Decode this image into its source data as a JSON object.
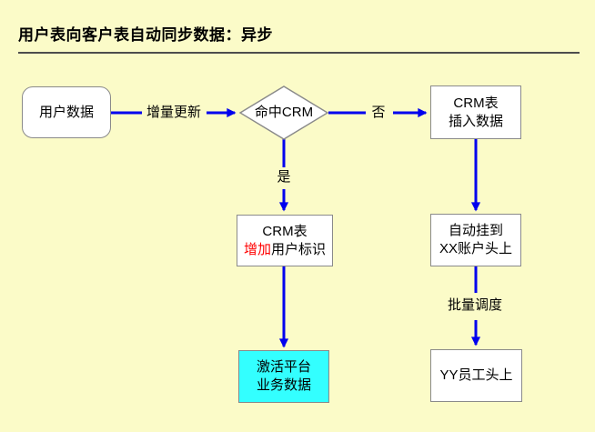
{
  "title": "用户表向客户表自动同步数据：异步",
  "colors": {
    "background": "#FBFBC8",
    "arrow": "#0000EE",
    "node_border": "#8A8A8A",
    "highlight_fill": "#33FFFF",
    "accent_text": "#FF0000",
    "divider": "#4D4D4D",
    "text": "#000000"
  },
  "nodes": {
    "user_data": {
      "label": "用户数据"
    },
    "hit_crm": {
      "label": "命中CRM"
    },
    "crm_insert": {
      "line1": "CRM表",
      "line2": "插入数据"
    },
    "crm_add": {
      "line1": "CRM表",
      "line2_red": "增加",
      "line2_rest": "用户标识"
    },
    "activate": {
      "line1": "激活平台",
      "line2": "业务数据"
    },
    "auto_attach": {
      "line1": "自动挂到",
      "line2": "XX账户头上"
    },
    "yy_staff": {
      "label": "YY员工头上"
    }
  },
  "edge_labels": {
    "incremental_update": "增量更新",
    "no": "否",
    "yes": "是",
    "batch_schedule": "批量调度"
  }
}
